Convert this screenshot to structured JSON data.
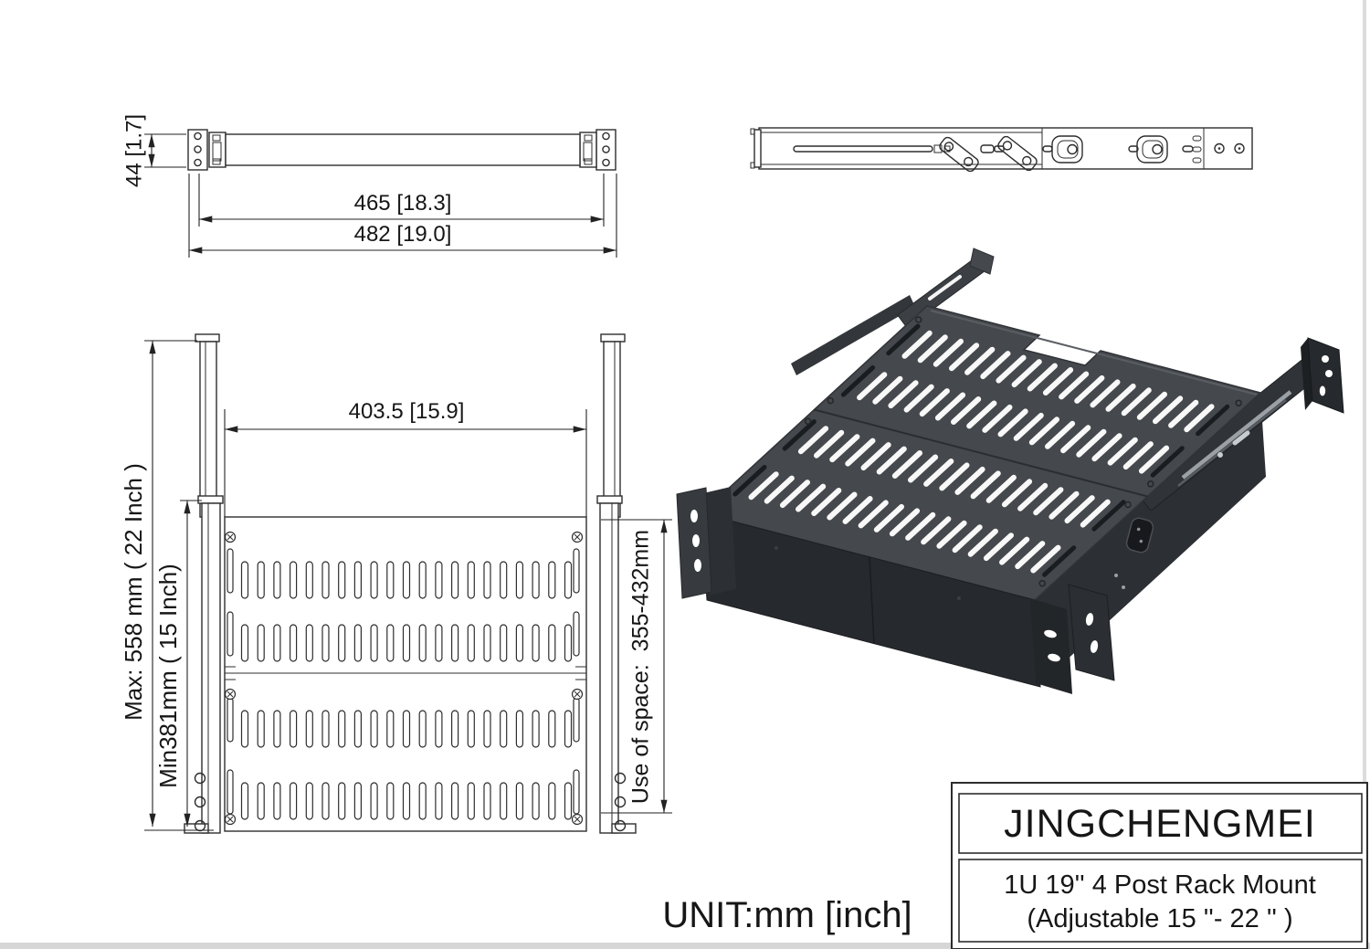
{
  "front_view": {
    "height_dim": "44 [1.7]",
    "width_inner_dim": "465 [18.3]",
    "width_outer_dim": "482 [19.0]"
  },
  "top_view": {
    "width_dim": "403.5 [15.9]",
    "max_depth_dim": "Max: 558 mm ( 22 Inch )",
    "min_depth_dim": "Min381mm ( 15 Inch)",
    "usable_space_dim": "Use of space:  355-432mm"
  },
  "unit_note": "UNIT:mm [inch]",
  "title_block": {
    "brand": "JINGCHENGMEI",
    "product_line1": "1U 19'' 4 Post Rack Mount",
    "product_line2": "(Adjustable 15 ''- 22 '' )"
  },
  "colors": {
    "line": "#2d2d2d",
    "render_top": "#45484c",
    "render_front": "#26292d",
    "render_dark": "#303337",
    "vent": "#f8f8f8",
    "edge_gray": "#d6d6d6"
  }
}
